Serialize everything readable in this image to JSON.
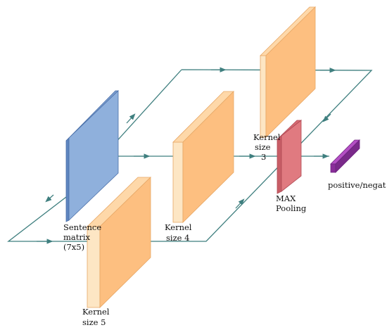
{
  "labels": {
    "sentence": [
      "Sentence",
      "matrix",
      "(7x5)"
    ],
    "kernel3": [
      "Kernel",
      "size",
      "3"
    ],
    "kernel4": [
      "Kernel",
      "size 4"
    ],
    "kernel5": [
      "Kernel",
      "size 5"
    ],
    "pooling": [
      "MAX",
      "Pooling"
    ],
    "output": [
      "positive/negat"
    ]
  },
  "colors": {
    "arrow": "#3f7f7f",
    "sentence_face": "#8fb0dc",
    "sentence_side": "#5f86c0",
    "kernel_face": "#fdbf80",
    "kernel_side": "#fde6c4",
    "kernel_edge": "#e7a765",
    "pool_face": "#e07a80",
    "pool_side": "#c85d66",
    "output_face": "#8a2e9a",
    "output_side": "#b44fc4"
  }
}
